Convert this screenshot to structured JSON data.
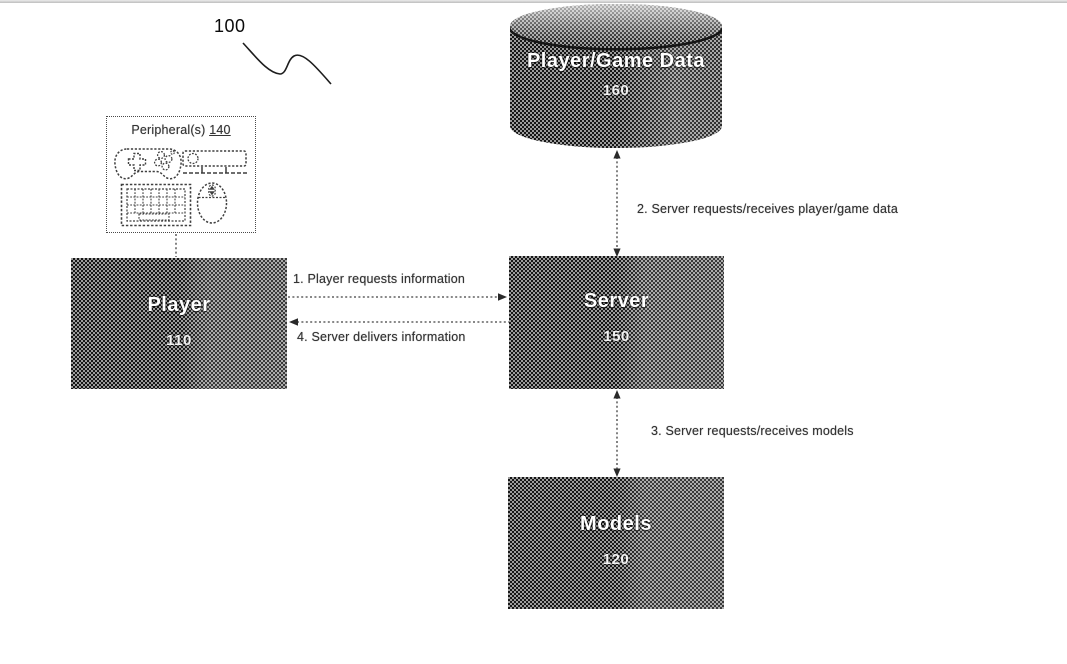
{
  "figure": {
    "reference_number": "100",
    "peripherals": {
      "title": "Peripheral(s)",
      "number": "140",
      "icons": [
        "gamepad-icon",
        "sensor-bar-icon",
        "keyboard-icon",
        "mouse-icon"
      ]
    },
    "nodes": {
      "player": {
        "label": "Player",
        "number": "110",
        "shape": "rect"
      },
      "server": {
        "label": "Server",
        "number": "150",
        "shape": "rect"
      },
      "player_game_data": {
        "label": "Player/Game Data",
        "number": "160",
        "shape": "cylinder"
      },
      "models": {
        "label": "Models",
        "number": "120",
        "shape": "rect"
      }
    },
    "edges": [
      {
        "id": "1",
        "label": "1. Player requests information",
        "from": "player",
        "to": "server",
        "direction": "right"
      },
      {
        "id": "2",
        "label": "2. Server requests/receives player/game data",
        "from": "server",
        "to": "player_game_data",
        "direction": "both"
      },
      {
        "id": "3",
        "label": "3. Server requests/receives models",
        "from": "server",
        "to": "models",
        "direction": "both"
      },
      {
        "id": "4",
        "label": "4. Server delivers information",
        "from": "server",
        "to": "player",
        "direction": "left"
      }
    ],
    "colors": {
      "pattern_dark": "#161616",
      "pattern_light": "#9c9c9c",
      "node_text": "#ffffff",
      "annotation_text": "#333333"
    }
  }
}
